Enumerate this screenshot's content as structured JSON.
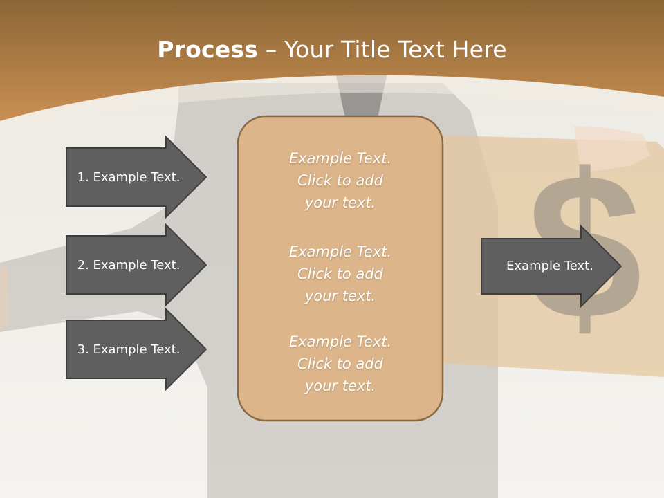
{
  "title": {
    "bold": "Process",
    "separator": " – ",
    "rest": "Your Title Text Here"
  },
  "left_arrows": [
    {
      "label": "1. Example Text."
    },
    {
      "label": "2. Example Text."
    },
    {
      "label": "3. Example Text."
    }
  ],
  "center_box": {
    "blocks": [
      {
        "line1": "Example Text.",
        "line2": "Click  to add",
        "line3": "your text."
      },
      {
        "line1": "Example Text.",
        "line2": "Click  to add",
        "line3": "your text."
      },
      {
        "line1": "Example Text.",
        "line2": "Click  to add",
        "line3": "your text."
      }
    ]
  },
  "right_arrow": {
    "label": "Example Text."
  },
  "background": {
    "dollar_sign": "$"
  },
  "colors": {
    "header_brown": "#a9773f",
    "box_fill": "#dcb68a",
    "box_border": "#8a6a44",
    "arrow_fill": "#5f5f5f"
  }
}
